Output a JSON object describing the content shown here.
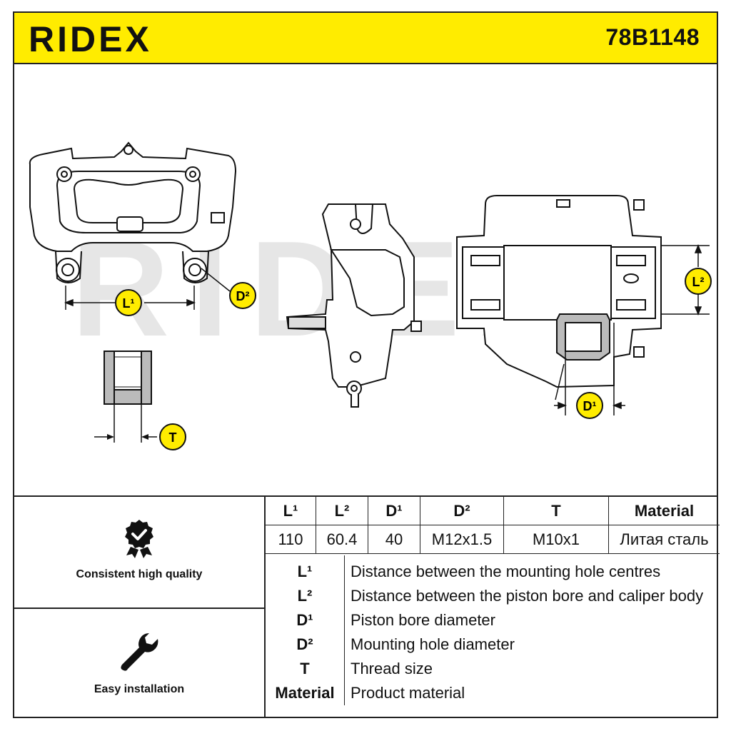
{
  "header": {
    "brand": "RIDEX",
    "part_number": "78B1148",
    "accent_color": "#ffec00"
  },
  "drawing": {
    "callouts": {
      "l1": "L¹",
      "l2": "L²",
      "d1": "D¹",
      "d2": "D²",
      "t": "T"
    },
    "watermark": "RIDEX"
  },
  "features": [
    {
      "icon": "quality-badge-icon",
      "label": "Consistent high quality"
    },
    {
      "icon": "wrench-icon",
      "label": "Easy installation"
    }
  ],
  "specs": {
    "headers": [
      "L¹",
      "L²",
      "D¹",
      "D²",
      "T",
      "Material"
    ],
    "values": [
      "110",
      "60.4",
      "40",
      "M12x1.5",
      "M10x1",
      "Литая сталь"
    ]
  },
  "legend": [
    {
      "key": "L¹",
      "desc": "Distance between the mounting hole centres"
    },
    {
      "key": "L²",
      "desc": "Distance between the piston bore and caliper body"
    },
    {
      "key": "D¹",
      "desc": "Piston bore diameter"
    },
    {
      "key": "D²",
      "desc": "Mounting hole diameter"
    },
    {
      "key": "T",
      "desc": "Thread size"
    },
    {
      "key": "Material",
      "desc": "Product material"
    }
  ]
}
